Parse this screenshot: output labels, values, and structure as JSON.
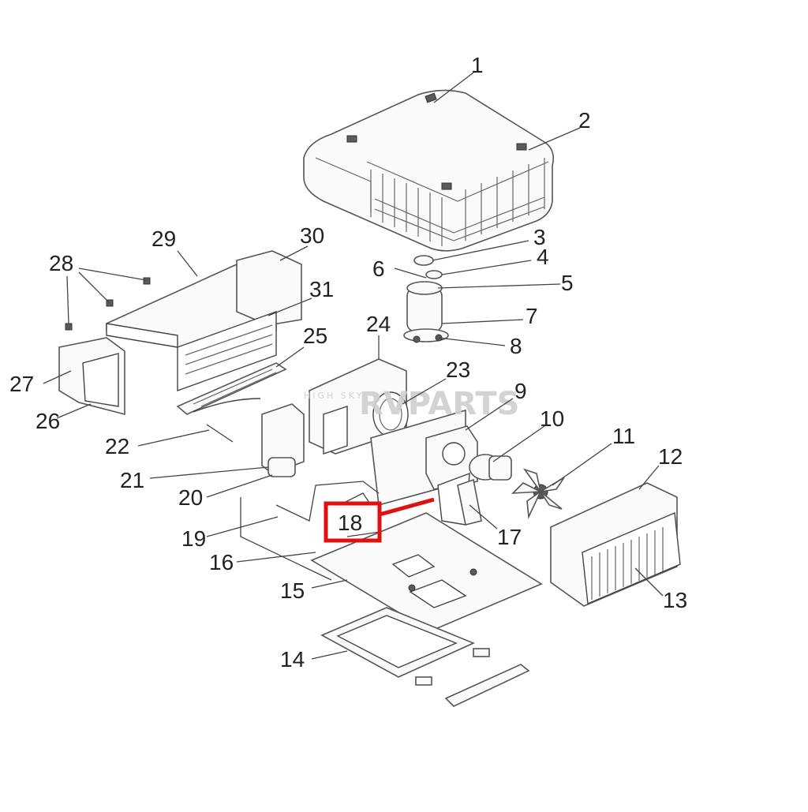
{
  "callouts": {
    "c1": "1",
    "c2": "2",
    "c3": "3",
    "c4": "4",
    "c5": "5",
    "c6": "6",
    "c7": "7",
    "c8": "8",
    "c9": "9",
    "c10": "10",
    "c11": "11",
    "c12": "12",
    "c13": "13",
    "c14": "14",
    "c15": "15",
    "c16": "16",
    "c17": "17",
    "c18": "18",
    "c19": "19",
    "c20": "20",
    "c21": "21",
    "c22": "22",
    "c23": "23",
    "c24": "24",
    "c25": "25",
    "c26": "26",
    "c27": "27",
    "c28": "28",
    "c29": "29",
    "c30": "30",
    "c31": "31"
  },
  "highlight": {
    "label": "18",
    "color": "#e01010"
  },
  "watermark": {
    "brand": "RVPARTS",
    "small": "HIGH SKY"
  }
}
